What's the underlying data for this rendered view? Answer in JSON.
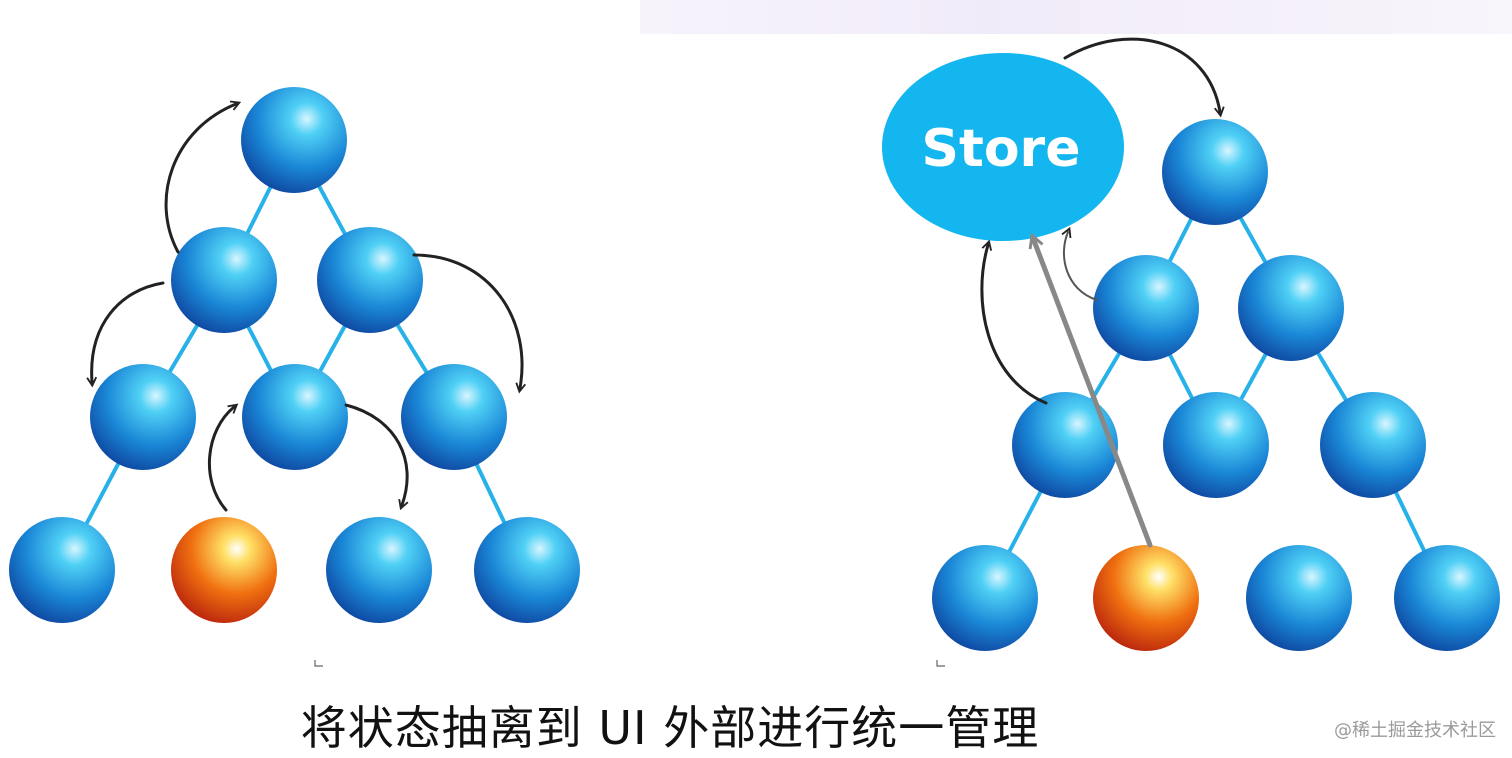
{
  "caption": "将状态抽离到 UI 外部进行统一管理",
  "store_label": "Store",
  "watermark": "@稀土掘金技术社区",
  "colors": {
    "node_blue": "#1a86d6",
    "node_orange": "#f07010",
    "edge": "#26b2e8",
    "store": "#13b6ef",
    "arrow_dark": "#222222",
    "arrow_gray": "#888888"
  },
  "diagrams": {
    "left": {
      "nodes": 10,
      "highlighted_nodes": 1
    },
    "right": {
      "nodes": 10,
      "highlighted_nodes": 1,
      "central_store": true
    }
  }
}
